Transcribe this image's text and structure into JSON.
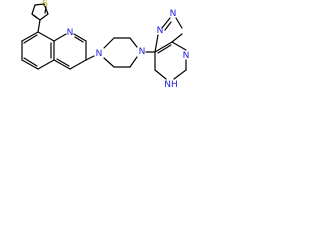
{
  "molecule": {
    "atoms": {
      "sulfur": "S",
      "quinoline_n": "N",
      "piperazine_n1": "N",
      "piperazine_n2": "N",
      "purine_n7": "N",
      "purine_n9": "N",
      "purine_n1": "N",
      "purine_n3h": "NH"
    }
  },
  "colors": {
    "bond": "#000000",
    "nitrogen": "#1c1cdc",
    "sulfur": "#b8a000",
    "background": "#ffffff"
  }
}
